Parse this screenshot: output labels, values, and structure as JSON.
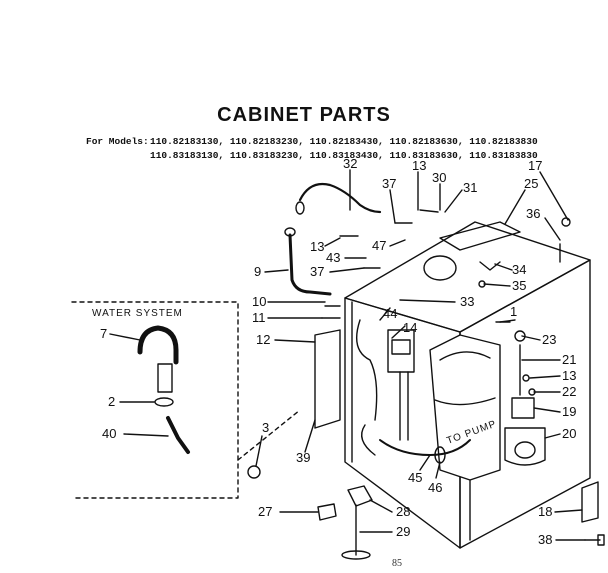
{
  "title": "CABINET PARTS",
  "models": {
    "prefix": "For Models:",
    "line1": "110.82183130, 110.82183230, 110.82183430, 110.82183630, 110.82183830",
    "line2": "110.83183130, 110.83183230, 110.83183430, 110.83183630, 110.83183830"
  },
  "water_system_label": "WATER SYSTEM",
  "to_pump_label": "TO PUMP",
  "page_number": "85",
  "callouts": [
    "32",
    "37",
    "13",
    "30",
    "31",
    "17",
    "25",
    "36",
    "13",
    "47",
    "9",
    "43",
    "37",
    "34",
    "35",
    "10",
    "11",
    "33",
    "44",
    "14",
    "1",
    "12",
    "23",
    "7",
    "21",
    "13",
    "22",
    "2",
    "19",
    "40",
    "3",
    "39",
    "20",
    "45",
    "46",
    "27",
    "28",
    "18",
    "29",
    "38"
  ]
}
